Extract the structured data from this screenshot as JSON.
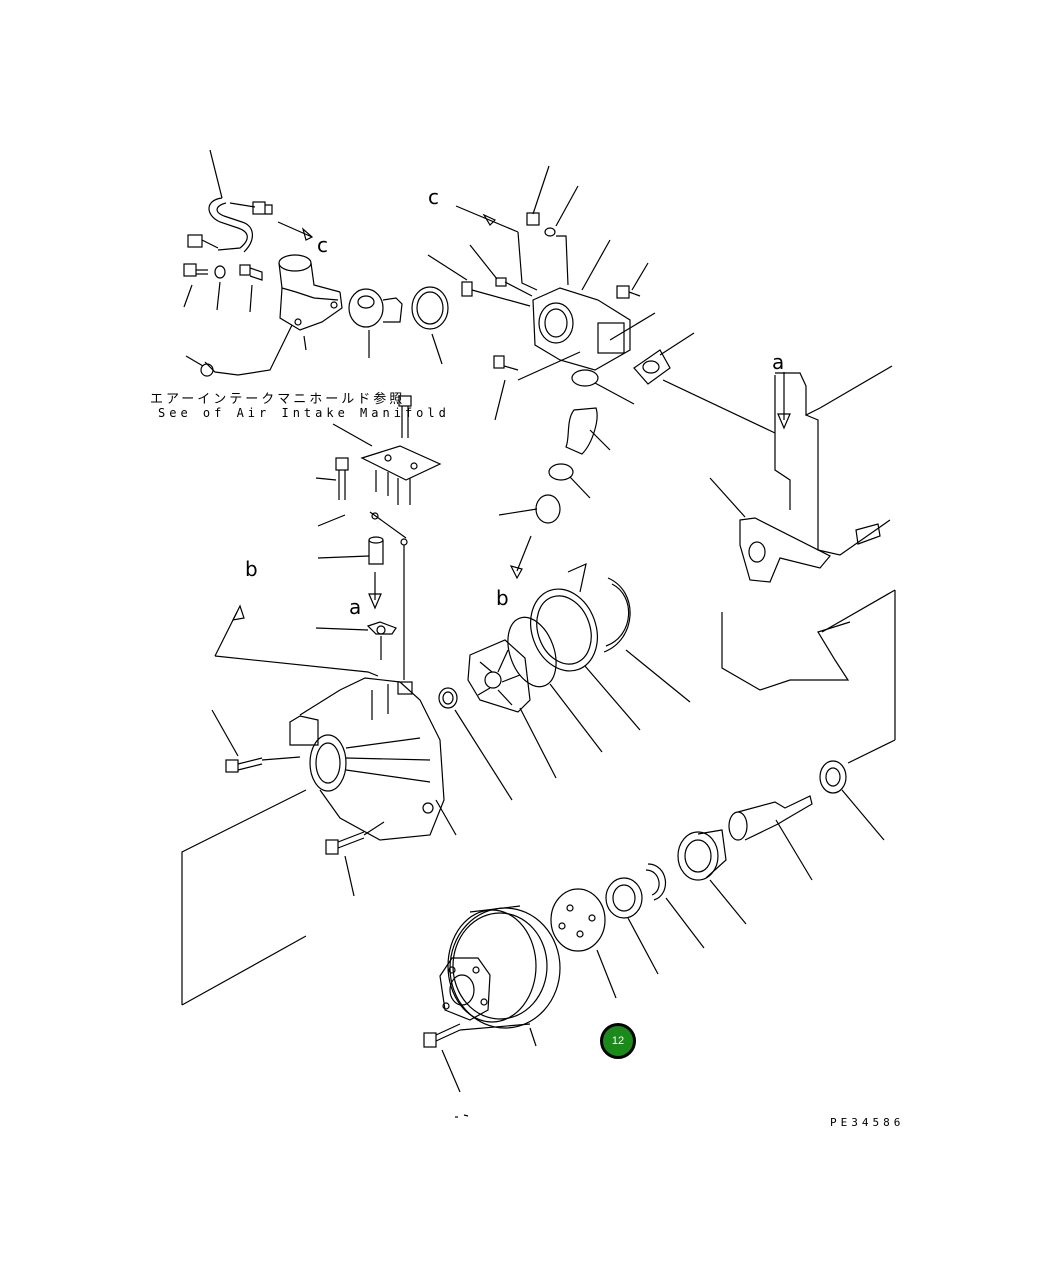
{
  "callouts": {
    "c1": "c",
    "c2": "c",
    "a1": "a",
    "a2": "a",
    "b1": "b",
    "b2": "b"
  },
  "note": {
    "jp": "エアーインテークマニホールド参照",
    "en": "See of Air Intake Manifold"
  },
  "badge": {
    "label": "12",
    "color": "#1a8a1a"
  },
  "drawing_code": "PE34586"
}
